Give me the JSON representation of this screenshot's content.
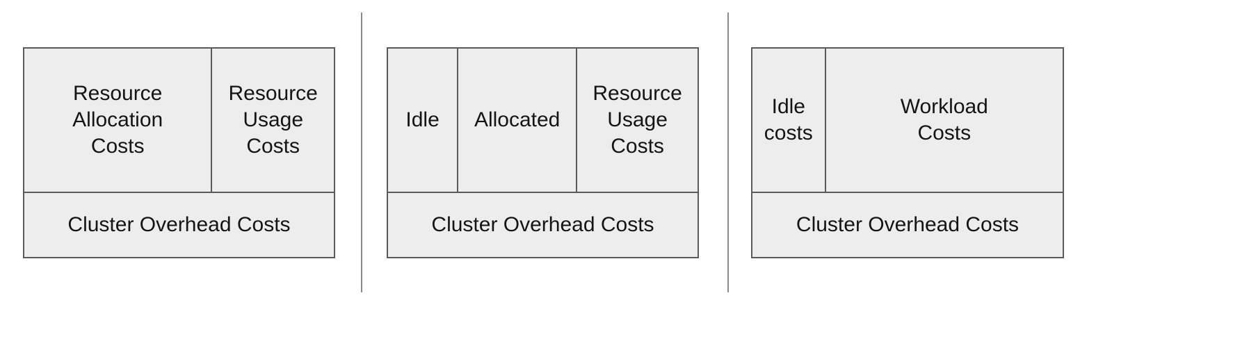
{
  "diagram": {
    "panels": [
      {
        "cells": [
          {
            "label": "Resource\nAllocation\nCosts"
          },
          {
            "label": "Resource\nUsage\nCosts"
          }
        ],
        "overhead_label": "Cluster Overhead Costs"
      },
      {
        "cells": [
          {
            "label": "Idle"
          },
          {
            "label": "Allocated"
          },
          {
            "label": "Resource\nUsage\nCosts"
          }
        ],
        "overhead_label": "Cluster Overhead Costs"
      },
      {
        "cells": [
          {
            "label": "Idle\ncosts"
          },
          {
            "label": "Workload\nCosts"
          }
        ],
        "overhead_label": "Cluster Overhead Costs"
      }
    ],
    "colors": {
      "cell_fill": "#ededed",
      "border": "#5a5a5a",
      "divider": "#8a8a8a",
      "text": "#141414"
    }
  }
}
